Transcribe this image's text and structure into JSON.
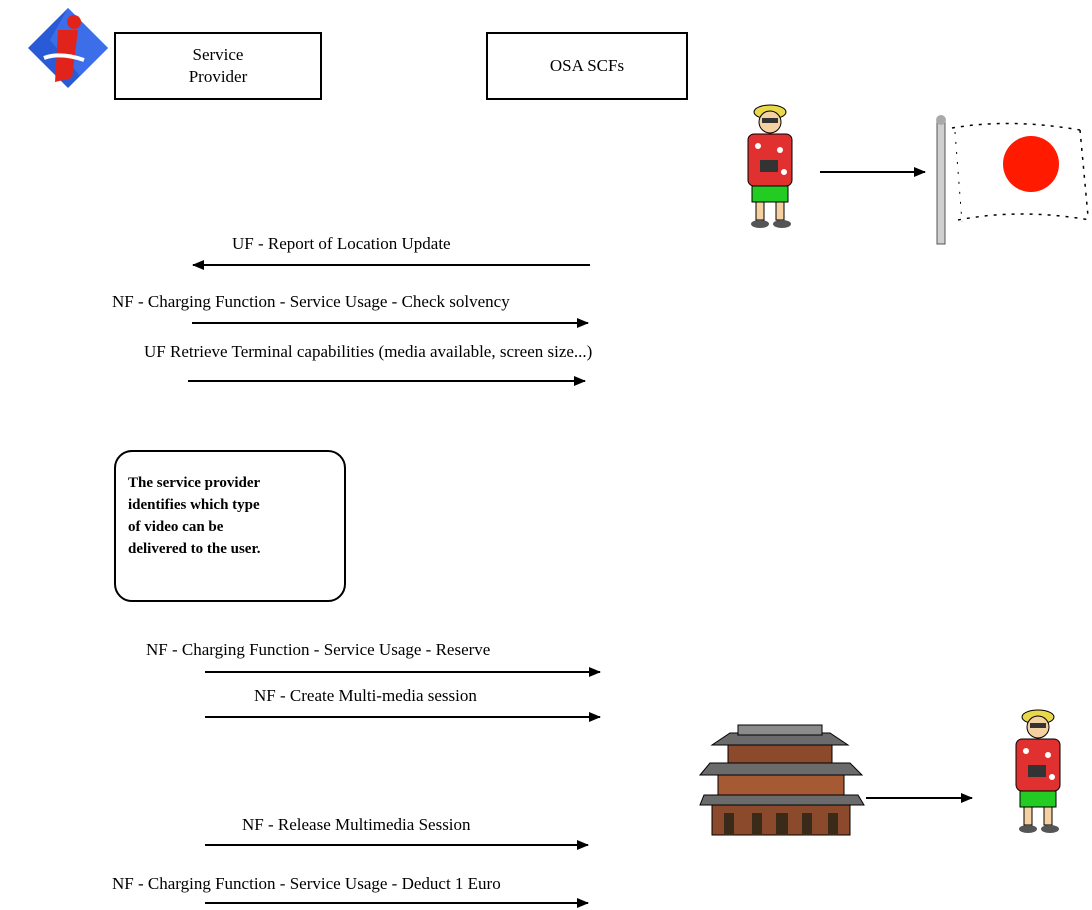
{
  "boxes": {
    "service_provider_line1": "Service",
    "service_provider_line2": "Provider",
    "osa_scfs": "OSA SCFs"
  },
  "messages": {
    "report_location": "UF - Report of Location Update",
    "check_solvency": "NF - Charging Function - Service Usage - Check solvency",
    "retrieve_terminal": "UF   Retrieve Terminal capabilities (media available, screen size...)",
    "reserve": "NF - Charging Function - Service Usage - Reserve",
    "create_session": "NF - Create Multi-media session",
    "release_session": "NF - Release Multimedia Session",
    "deduct": "NF - Charging Function - Service Usage - Deduct 1 Euro"
  },
  "note": {
    "lines": [
      "The service provider",
      "identifies which type",
      "of video can be",
      "delivered to the user."
    ]
  },
  "colors": {
    "logo_blue": "#2a5bd7",
    "logo_red": "#e0241b",
    "flag_red": "#ff1a00",
    "shirt_red": "#e03030",
    "shorts_green": "#22cc22",
    "skin": "#f5d0a0",
    "hat": "#e8d84a",
    "temple_brown": "#8b4a2b"
  },
  "icons": [
    "logo-icon",
    "tourist-icon",
    "japan-flag-icon",
    "temple-icon"
  ]
}
